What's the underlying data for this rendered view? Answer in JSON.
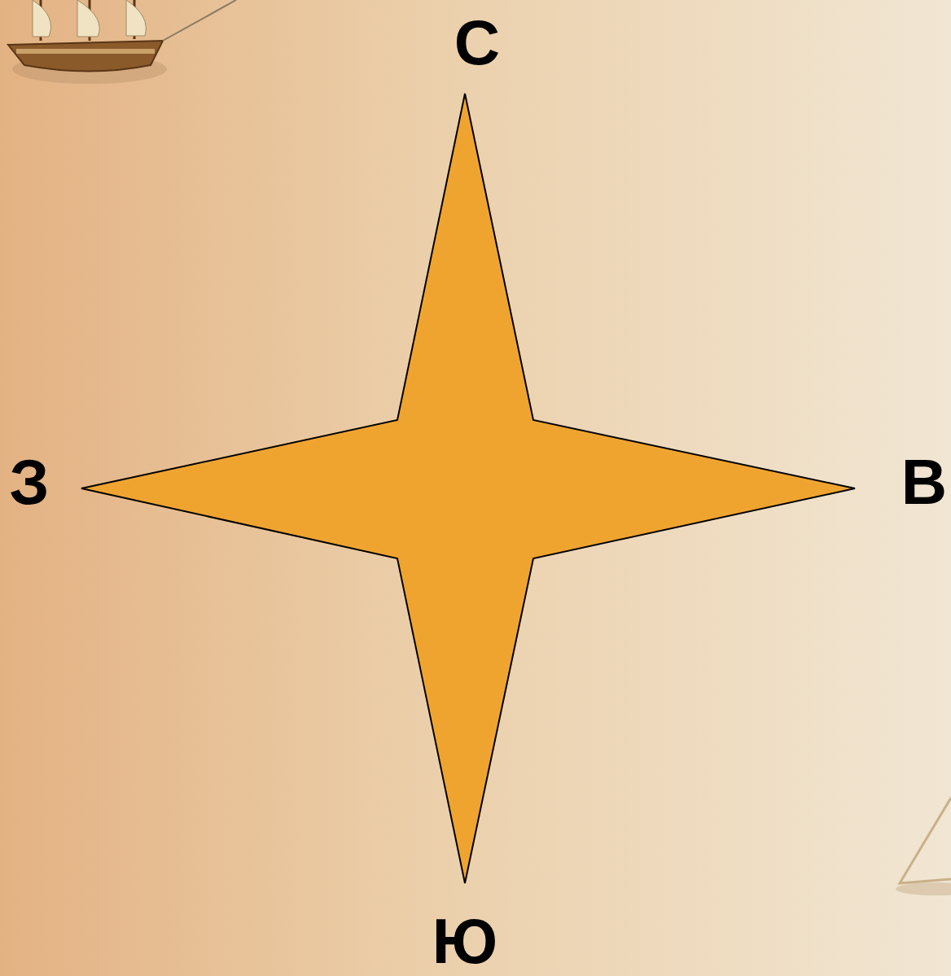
{
  "diagram": {
    "labels": [
      "С",
      "В",
      "Ю",
      "З"
    ]
  }
}
